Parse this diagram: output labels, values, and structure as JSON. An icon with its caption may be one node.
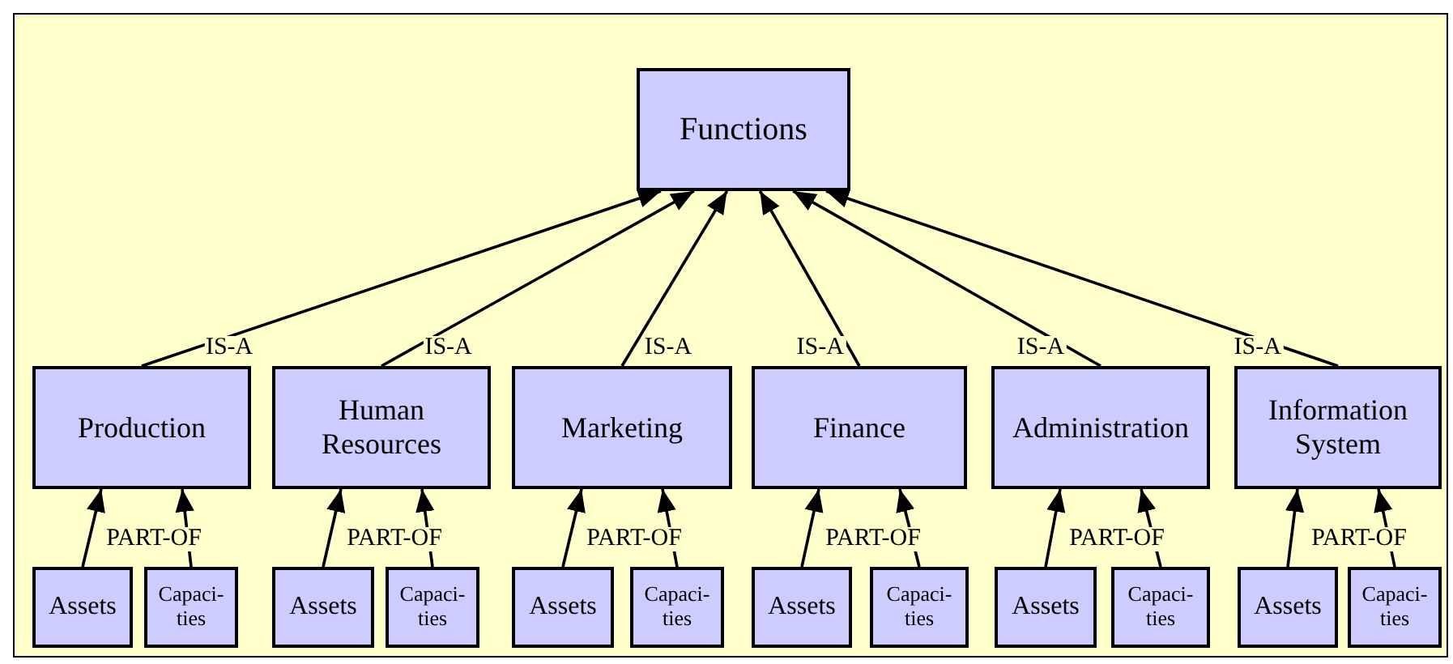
{
  "diagram": {
    "nodes": [
      {
        "text": [
          "Functions"
        ]
      },
      {
        "text": [
          "Production"
        ]
      },
      {
        "text": [
          "Human Resources"
        ]
      },
      {
        "text": [
          "Marketing"
        ]
      },
      {
        "text": [
          "Finance"
        ]
      },
      {
        "text": [
          "Administration"
        ]
      },
      {
        "text": [
          "Information System"
        ]
      },
      {
        "text": [
          "Assets"
        ]
      },
      {
        "text": [
          "Capaci- ties"
        ]
      },
      {
        "text": [
          "Assets"
        ]
      },
      {
        "text": [
          "Capaci- ties"
        ]
      },
      {
        "text": [
          "Assets"
        ]
      },
      {
        "text": [
          "Capaci- ties"
        ]
      },
      {
        "text": [
          "Assets"
        ]
      },
      {
        "text": [
          "Capaci- ties"
        ]
      },
      {
        "text": [
          "Assets"
        ]
      },
      {
        "text": [
          "Capaci- ties"
        ]
      },
      {
        "text": [
          "Assets"
        ]
      },
      {
        "text": [
          "Capaci- ties"
        ]
      }
    ],
    "edges": [
      {
        "from": 1,
        "to": 0,
        "arrow": "to",
        "label": "IS-A"
      },
      {
        "from": 2,
        "to": 0,
        "arrow": "to",
        "label": "IS-A"
      },
      {
        "from": 3,
        "to": 0,
        "arrow": "to",
        "label": "IS-A"
      },
      {
        "from": 4,
        "to": 0,
        "arrow": "to",
        "label": "IS-A"
      },
      {
        "from": 5,
        "to": 0,
        "arrow": "to",
        "label": "IS-A"
      },
      {
        "from": 6,
        "to": 0,
        "arrow": "to",
        "label": "IS-A"
      },
      {
        "from": 7,
        "to": 1,
        "arrow": "to",
        "label": "PART-OF"
      },
      {
        "from": 8,
        "to": 1,
        "arrow": "to"
      },
      {
        "from": 9,
        "to": 2,
        "arrow": "to",
        "label": "PART-OF"
      },
      {
        "from": 10,
        "to": 2,
        "arrow": "to"
      },
      {
        "from": 11,
        "to": 3,
        "arrow": "to",
        "label": "PART-OF"
      },
      {
        "from": 12,
        "to": 3,
        "arrow": "to"
      },
      {
        "from": 13,
        "to": 4,
        "arrow": "to",
        "label": "PART-OF"
      },
      {
        "from": 14,
        "to": 4,
        "arrow": "to"
      },
      {
        "from": 15,
        "to": 5,
        "arrow": "to",
        "label": "PART-OF"
      },
      {
        "from": 16,
        "to": 5,
        "arrow": "to"
      },
      {
        "from": 17,
        "to": 6,
        "arrow": "to",
        "label": "PART-OF"
      },
      {
        "from": 18,
        "to": 6,
        "arrow": "to"
      }
    ]
  }
}
